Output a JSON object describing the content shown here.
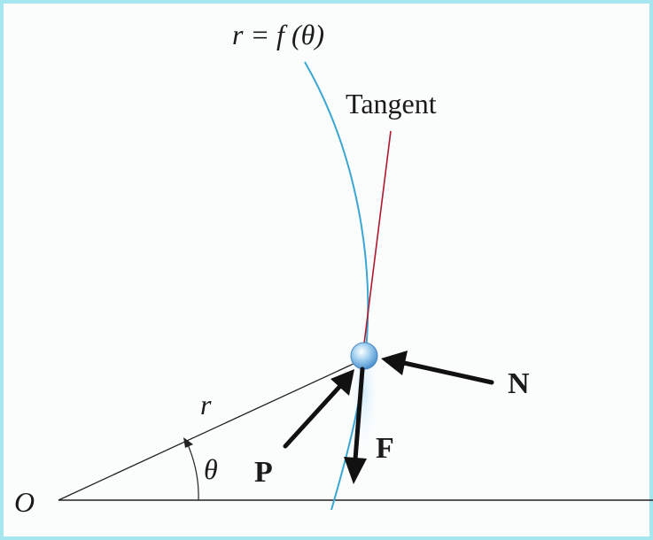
{
  "labels": {
    "curve_equation": "r = f (θ)",
    "tangent": "Tangent",
    "normal_force": "N",
    "force": "F",
    "push_force": "P",
    "radius": "r",
    "angle": "θ",
    "origin": "O"
  },
  "colors": {
    "curve": "#3aa6d4",
    "tangent": "#b01a2e",
    "arrows": "#111111",
    "lines": "#222222",
    "border": "#a6e6ef",
    "particle": "#6fb3de"
  }
}
